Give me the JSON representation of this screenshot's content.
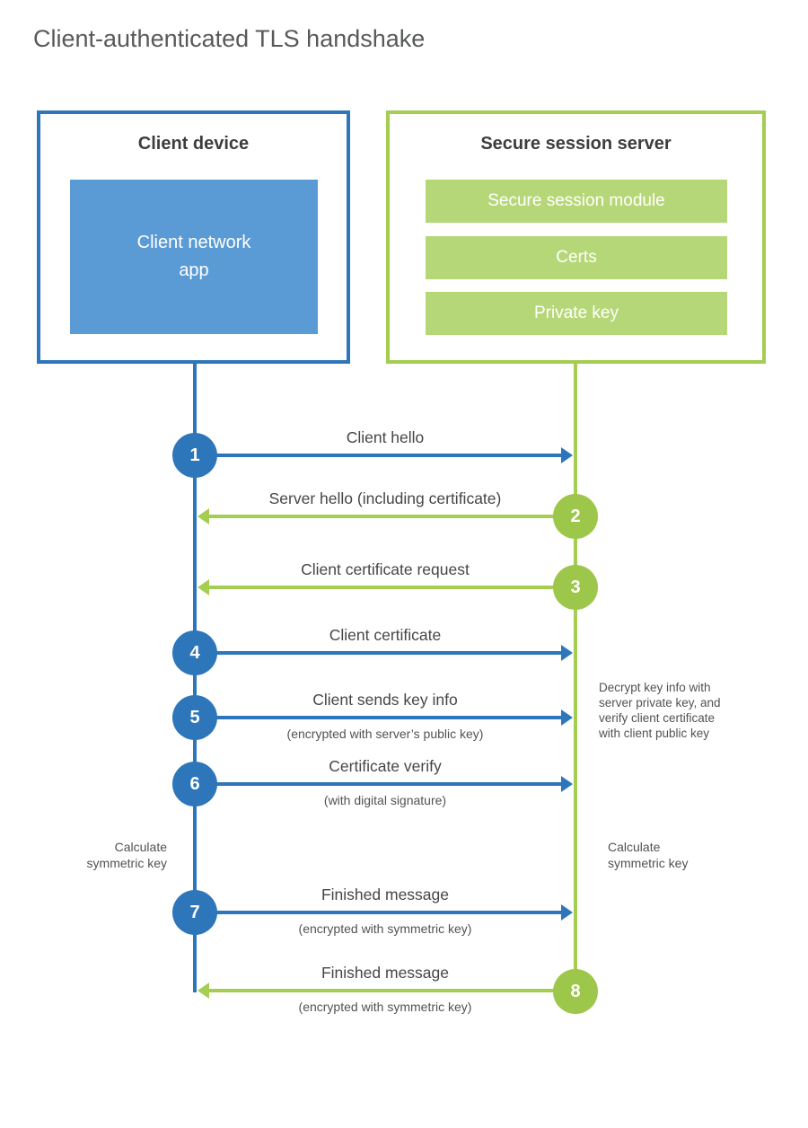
{
  "title": "Client-authenticated TLS handshake",
  "colors": {
    "blue": "#2e76ba",
    "blue_fill": "#5b9bd5",
    "green": "#a5cd52",
    "green_circle": "#9cc74b",
    "green_fill": "#b6d778",
    "title_color": "#58595b",
    "heading_color": "#3d3d3d",
    "label_color": "#464646",
    "muted_color": "#525252"
  },
  "client_box": {
    "title": "Client device",
    "inner_label": "Client network\napp"
  },
  "server_box": {
    "title": "Secure session server",
    "modules": [
      "Secure session module",
      "Certs",
      "Private key"
    ]
  },
  "steps": [
    {
      "num": "1",
      "label": "Client hello",
      "sub": "",
      "direction": "right",
      "color": "blue"
    },
    {
      "num": "2",
      "label": "Server hello (including certificate)",
      "sub": "",
      "direction": "left",
      "color": "green"
    },
    {
      "num": "3",
      "label": "Client certificate request",
      "sub": "",
      "direction": "left",
      "color": "green"
    },
    {
      "num": "4",
      "label": "Client certificate",
      "sub": "",
      "direction": "right",
      "color": "blue"
    },
    {
      "num": "5",
      "label": "Client sends key info",
      "sub": "(encrypted with server’s public key)",
      "direction": "right",
      "color": "blue"
    },
    {
      "num": "6",
      "label": "Certificate verify",
      "sub": "(with digital signature)",
      "direction": "right",
      "color": "blue"
    },
    {
      "num": "7",
      "label": "Finished message",
      "sub": "(encrypted with symmetric key)",
      "direction": "right",
      "color": "blue"
    },
    {
      "num": "8",
      "label": "Finished message",
      "sub": "(encrypted with symmetric key)",
      "direction": "left",
      "color": "green"
    }
  ],
  "notes": {
    "decrypt_note": "Decrypt key info with\nserver private key, and\nverify client certificate\nwith client public key",
    "calc_left": "Calculate\nsymmetric key",
    "calc_right": "Calculate\nsymmetric key"
  }
}
